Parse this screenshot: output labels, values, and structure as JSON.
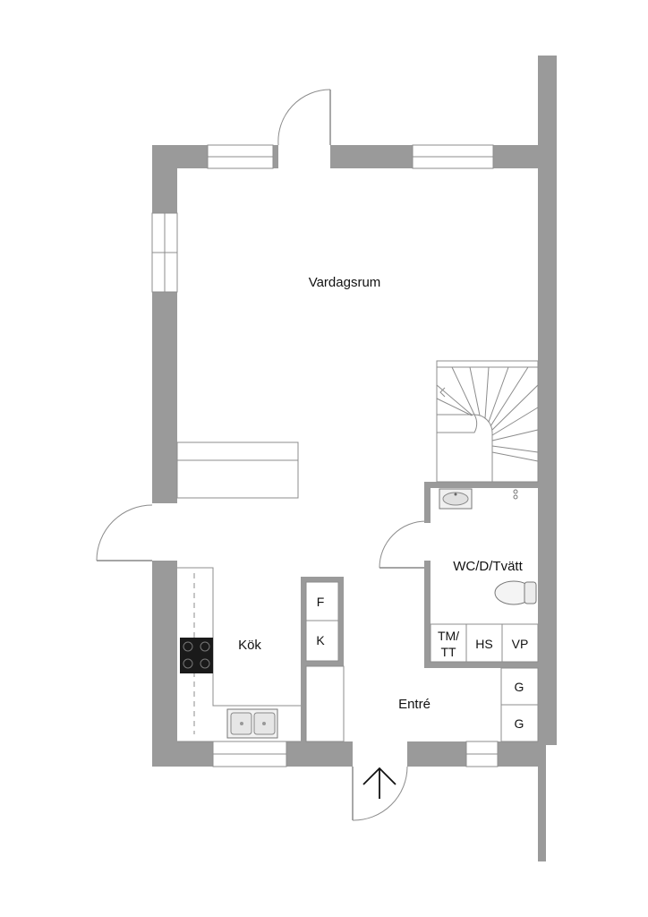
{
  "rooms": {
    "living": "Vardagsrum",
    "kitchen": "Kök",
    "entrance": "Entré",
    "wc": "WC/D/Tvätt"
  },
  "fixtures": {
    "fridge": "F",
    "freezer": "K",
    "tm_line1": "TM/",
    "tm_line2": "TT",
    "hs": "HS",
    "vp": "VP",
    "wardrobe_top": "G",
    "wardrobe_bottom": "G"
  },
  "colors": {
    "wall": "#9a9a9a",
    "line": "#8c8c8c"
  }
}
